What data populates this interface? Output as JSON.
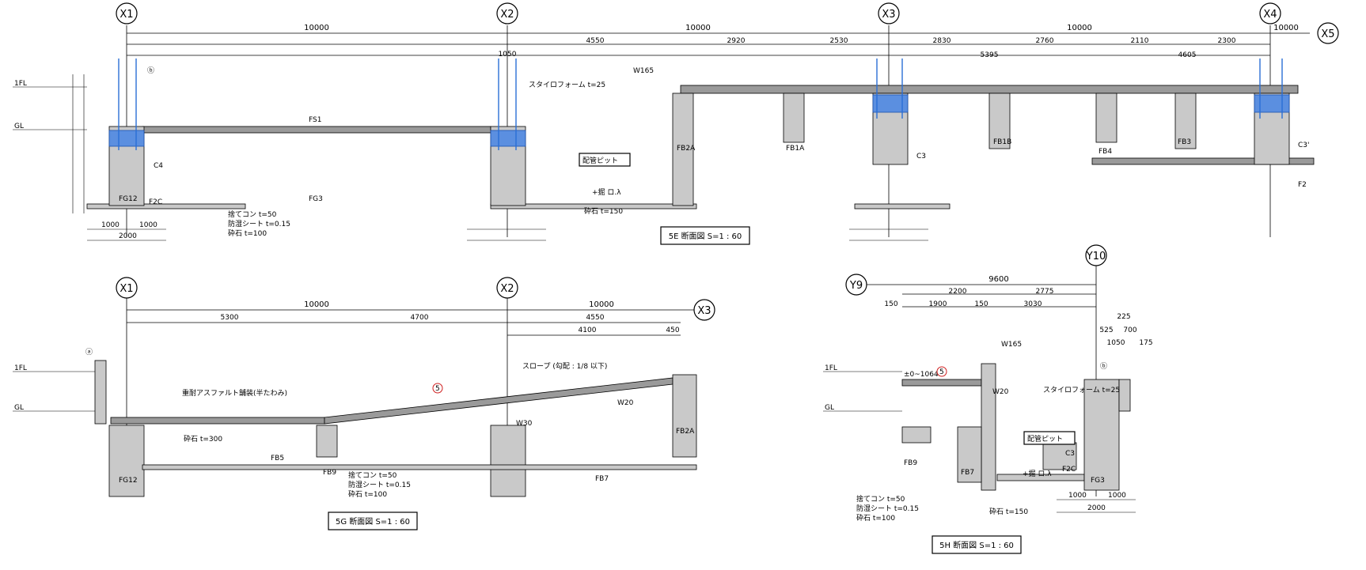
{
  "sections": {
    "s5e": {
      "title": "5E 断面図 S=1 : 60",
      "grid": [
        "X1",
        "X2",
        "X3",
        "X4",
        "X5"
      ],
      "top_dims": [
        "10000",
        "10000",
        "10000",
        "10000"
      ],
      "sub_dims": [
        "1050",
        "4550",
        "2920",
        "2530",
        "2830",
        "2760",
        "2110",
        "2300",
        "5395",
        "4605"
      ],
      "levels": [
        "1FL",
        "GL"
      ],
      "labels": [
        "FS1",
        "FG3",
        "FG12",
        "F2C",
        "C4",
        "C3",
        "FB2A",
        "FB1A",
        "FB1B",
        "FB3",
        "FB4",
        "C3'",
        "F2",
        "W165",
        "スタイロフォーム t=25",
        "配管ピット",
        "+掘 ロ.λ",
        "捨てコン t=50",
        "防湿シート t=0.15",
        "砕石 t=100",
        "砕石 t=150",
        "ⓑ"
      ],
      "foot_dims": [
        "1000",
        "1000",
        "2000"
      ]
    },
    "s5g": {
      "title": "5G 断面図 S=1 : 60",
      "grid": [
        "X1",
        "X2",
        "X3"
      ],
      "top_dims": [
        "10000",
        "10000",
        "5300",
        "4700",
        "4550",
        "4100",
        "450"
      ],
      "levels": [
        "1FL",
        "GL"
      ],
      "labels": [
        "ⓐ",
        "重耐アスファルト舗装(半たわみ)",
        "スロープ (勾配 : 1/8 以下)",
        "W20",
        "W30",
        "FB5",
        "FB9",
        "FB7",
        "FG12",
        "FB2A",
        "砕石 t=300",
        "捨てコン t=50",
        "防湿シート t=0.15",
        "砕石 t=100",
        "5"
      ]
    },
    "s5h": {
      "title": "5H 断面図 S=1 : 60",
      "grid": [
        "Y9",
        "Y10"
      ],
      "top_dims": [
        "9600",
        "2200",
        "2775",
        "150",
        "1900",
        "150",
        "3030",
        "225",
        "525",
        "700",
        "1050",
        "175"
      ],
      "levels": [
        "1FL",
        "GL"
      ],
      "labels": [
        "W165",
        "W20",
        "ⓑ",
        "スタイロフォーム t=25",
        "配管ピット",
        "+掘 ロ.λ",
        "C3",
        "F2C",
        "FB9",
        "FB7",
        "FG3",
        "±0~1064",
        "捨てコン t=50",
        "防湿シート t=0.15",
        "砕石 t=100",
        "砕石 t=150",
        "5"
      ],
      "foot_dims": [
        "1000",
        "1000",
        "2000"
      ]
    }
  }
}
